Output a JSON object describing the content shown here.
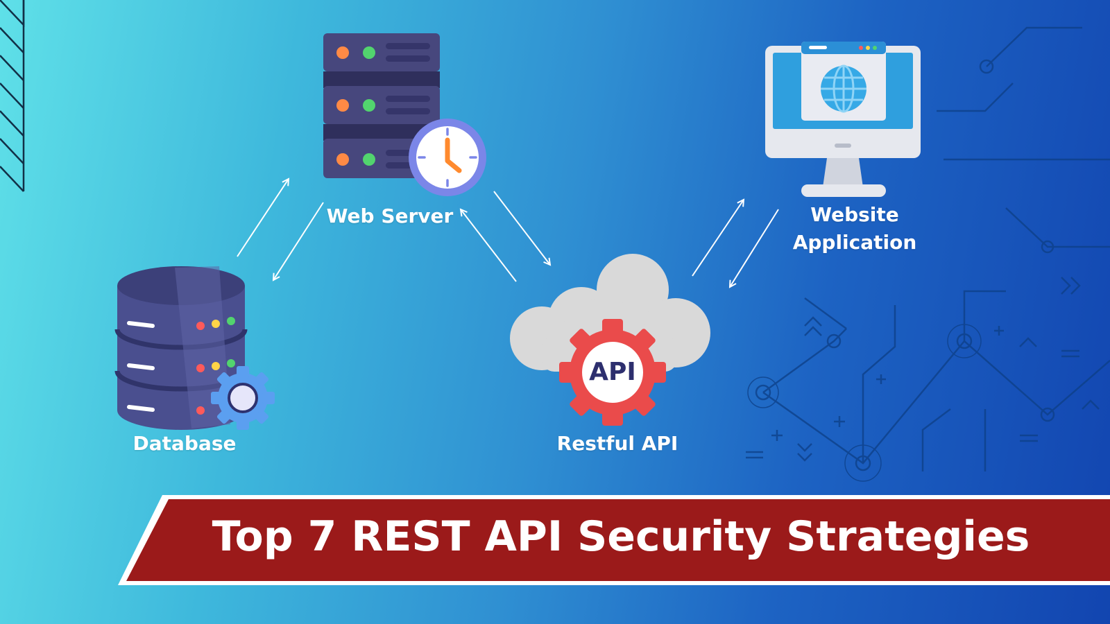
{
  "nodes": {
    "web_server": "Web Server",
    "database": "Database",
    "restful_api": "Restful API",
    "website_application": [
      "Website",
      "Application"
    ],
    "api_badge": "API"
  },
  "banner": {
    "title": "Top 7 REST API Security Strategies"
  },
  "colors": {
    "background_start": "#5fe0e8",
    "background_end": "#1245b0",
    "banner": "#9b1a1a",
    "server_body": "#46467a",
    "gear_red": "#e84a4a",
    "cloud": "#d9d9d9"
  }
}
